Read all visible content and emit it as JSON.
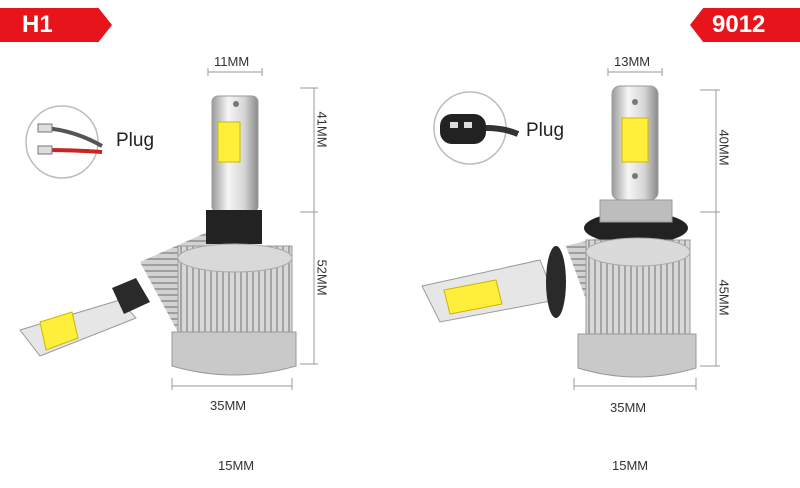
{
  "left": {
    "badge": "H1",
    "plug_label": "Plug",
    "dims": {
      "top": "11MM",
      "upper_side": "41MM",
      "lower_side": "52MM",
      "base": "35MM",
      "bottom": "15MM"
    }
  },
  "right": {
    "badge": "9012",
    "plug_label": "Plug",
    "dims": {
      "top": "13MM",
      "upper_side": "40MM",
      "lower_side": "45MM",
      "base": "35MM",
      "bottom": "15MM"
    }
  },
  "colors": {
    "badge_red": "#e8141b",
    "led_yellow": "#ffef3a",
    "dimension_line": "#9a9a9a"
  }
}
